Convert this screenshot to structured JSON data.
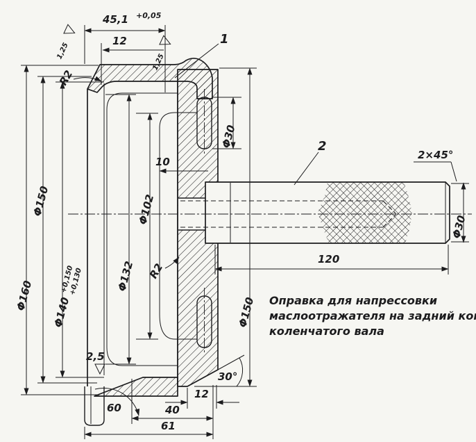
{
  "drawing": {
    "caption_lines": [
      "Оправка для напрессовки",
      "маслоотражателя на задний конец",
      "коленчатого вала"
    ],
    "part_numbers": {
      "cup": "1",
      "shaft": "2"
    },
    "dims": {
      "depth": "45,1",
      "depth_tol": "+0,05",
      "rim_width_top": "12",
      "finish_125_left": "1,25",
      "finish_125_mid": "1,25",
      "finish_25_bottom": "2,5",
      "radius_top": "R2",
      "radius_mid": "R2",
      "dia160": "Φ160",
      "dia150_left": "Φ150",
      "dia140": "Φ140",
      "dia140_tol_up": "+0,150",
      "dia140_tol_low": "+0,130",
      "dia132": "Φ132",
      "dia102": "Φ102",
      "dia30_hole": "Φ30",
      "offset10": "10",
      "chamfer_shaft": "2×45°",
      "dia30_shaft": "Φ30",
      "len_shaft": "120",
      "dia150_right": "Φ150",
      "angle30": "30°",
      "angle60": "60",
      "land12": "12",
      "len40": "40",
      "len61": "61"
    },
    "colors": {
      "ink": "#1c1c1e",
      "paper": "#f6f6f2"
    }
  }
}
